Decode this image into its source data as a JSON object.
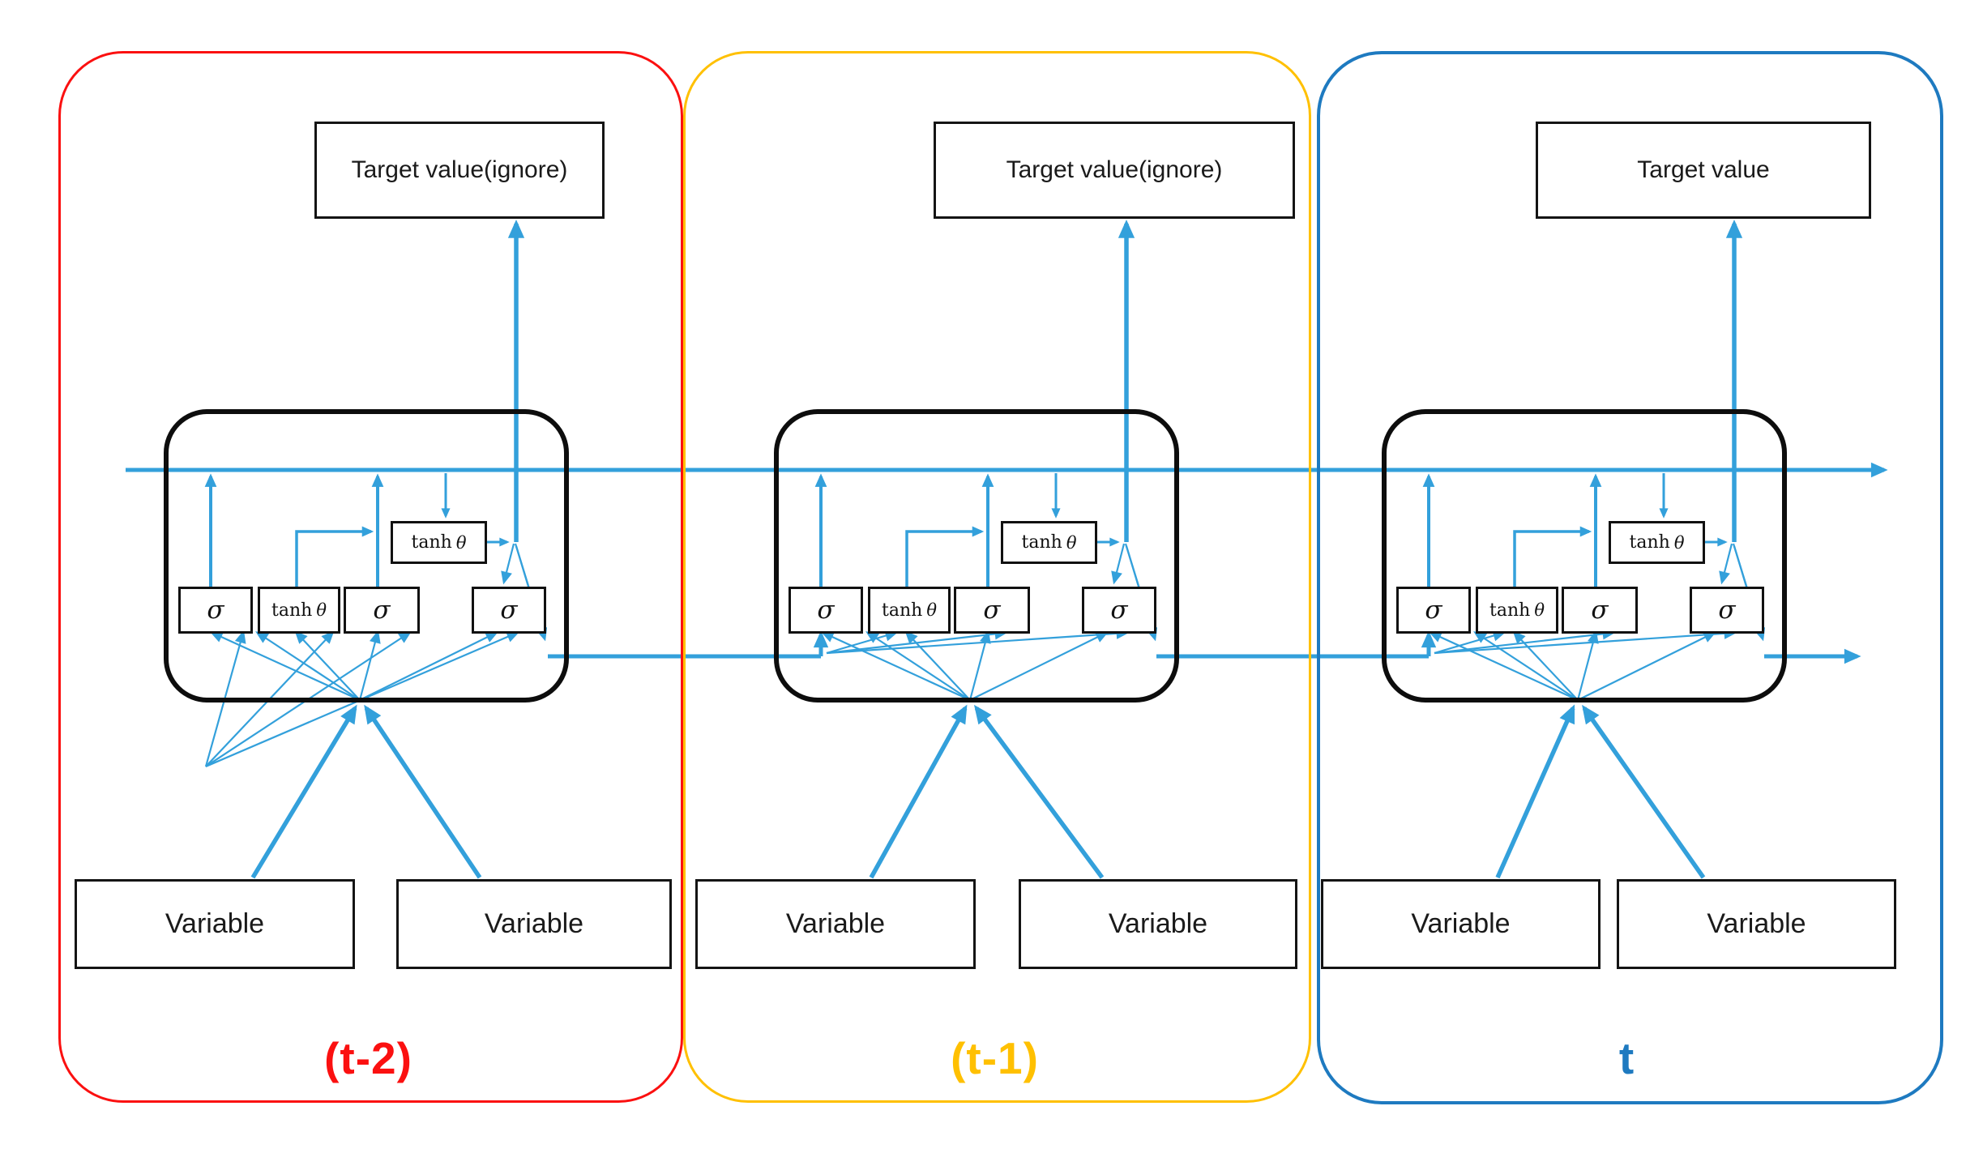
{
  "diagram": {
    "type": "LSTM recurrent network unrolled over three time steps",
    "colors": {
      "arrow_blue": "#33a0db",
      "panel_t_minus_2": "#fb1010",
      "panel_t_minus_1": "#ffc000",
      "panel_t": "#1e7ac0",
      "box_border": "#141414",
      "cell_border": "#0d0d0d",
      "background": "#ffffff"
    },
    "gates": {
      "sigma": "σ",
      "tanh": "tanh",
      "theta": "θ"
    },
    "panels": [
      {
        "time_label": "(t-2)",
        "target_label": "Target value(ignore)",
        "variable_1": "Variable",
        "variable_2": "Variable"
      },
      {
        "time_label": "(t-1)",
        "target_label": "Target value(ignore)",
        "variable_1": "Variable",
        "variable_2": "Variable"
      },
      {
        "time_label": "t",
        "target_label": "Target value",
        "variable_1": "Variable",
        "variable_2": "Variable"
      }
    ]
  }
}
